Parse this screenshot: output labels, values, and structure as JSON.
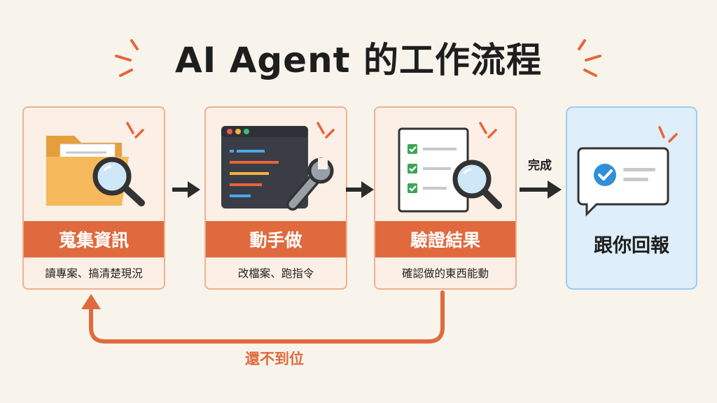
{
  "title": "AI Agent 的工作流程",
  "steps": [
    {
      "label": "蒐集資訊",
      "desc": "讀專案、搞清楚現況",
      "icon": "folder-magnifier-icon"
    },
    {
      "label": "動手做",
      "desc": "改檔案、跑指令",
      "icon": "terminal-wrench-icon"
    },
    {
      "label": "驗證結果",
      "desc": "確認做的東西能動",
      "icon": "checklist-magnifier-icon"
    }
  ],
  "done_label": "完成",
  "report": {
    "label": "跟你回報",
    "icon": "chat-check-icon"
  },
  "loop_label": "還不到位",
  "colors": {
    "accent": "#e06a3e",
    "card_border": "#f0b08f",
    "card_bg": "#fbefe6",
    "report_bg": "#deeefa",
    "report_border": "#9dcdf0"
  }
}
